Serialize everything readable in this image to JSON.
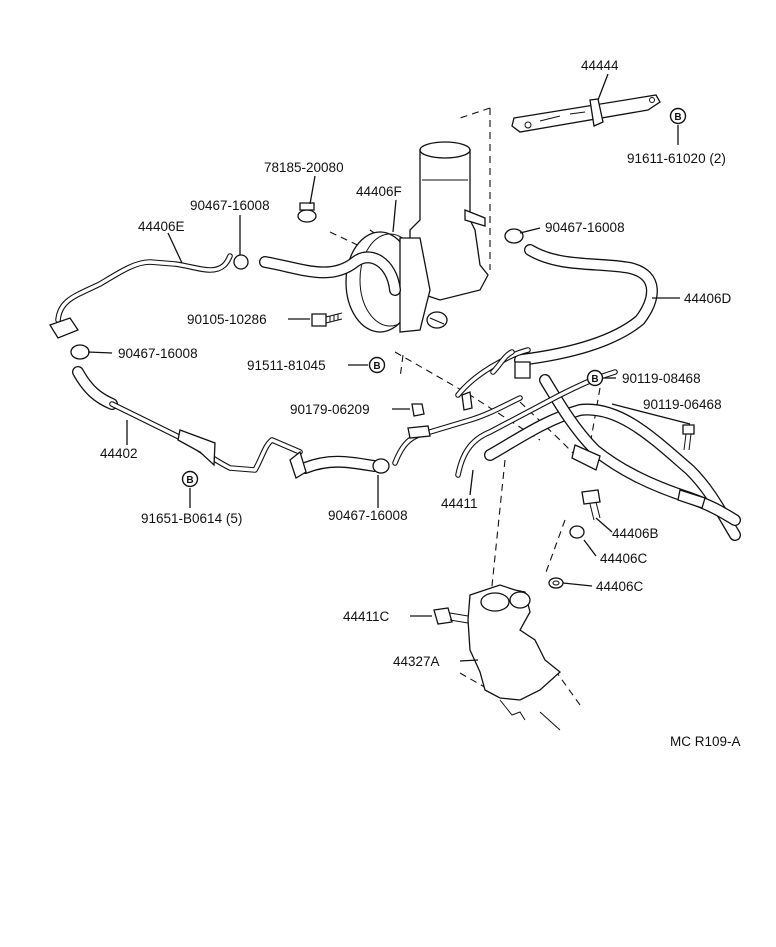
{
  "labels": {
    "p44444": "44444",
    "p91611": "91611-61020 (2)",
    "p78185": "78185-20080",
    "p44406F": "44406F",
    "p90467_a": "90467-16008",
    "p44406E": "44406E",
    "p90467_b": "90467-16008",
    "p44406D": "44406D",
    "p90105": "90105-10286",
    "p90467_c": "90467-16008",
    "p91511": "91511-81045",
    "p90119_08468": "90119-08468",
    "p90179": "90179-06209",
    "p90119_06468": "90119-06468",
    "p44402": "44402",
    "p44411": "44411",
    "p91651": "91651-B0614 (5)",
    "p90467_d": "90467-16008",
    "p44406B": "44406B",
    "p44406C_a": "44406C",
    "p44406C_b": "44406C",
    "p44411C": "44411C",
    "p44327A": "44327A"
  },
  "badge_letter": "B",
  "figure_code": "MC R109-A"
}
